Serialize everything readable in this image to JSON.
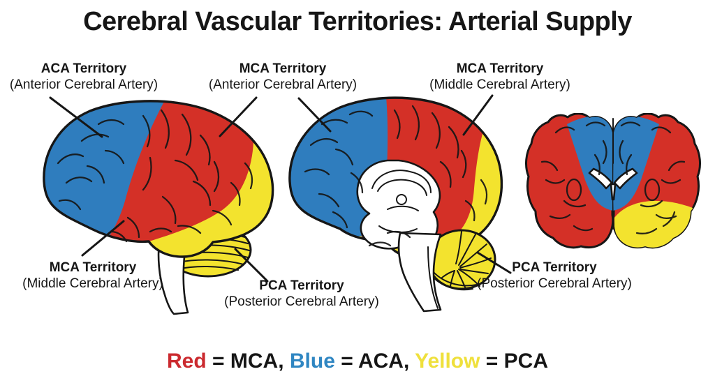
{
  "title": "Cerebral Vascular Territories: Arterial Supply",
  "colors": {
    "mca_red": "#d43027",
    "aca_blue": "#2f7dbe",
    "pca_yellow": "#f3e32e",
    "ink": "#161616",
    "bg": "#ffffff",
    "legend_red": "#cb2a2f",
    "legend_blue": "#2f86c2",
    "legend_yellow": "#efe03c"
  },
  "labels": {
    "aca_top_left": {
      "line1": "ACA Territory",
      "line2": "(Anterior Cerebral Artery)"
    },
    "mca_top_middle": {
      "line1": "MCA Territory",
      "line2": "(Anterior Cerebral Artery)"
    },
    "mca_top_right": {
      "line1": "MCA Territory",
      "line2": "(Middle Cerebral Artery)"
    },
    "mca_bottom_left": {
      "line1": "MCA Territory",
      "line2": "(Middle Cerebral Artery)"
    },
    "pca_bottom_middle": {
      "line1": "PCA Territory",
      "line2": "(Posterior Cerebral Artery)"
    },
    "pca_bottom_right": {
      "line1": "PCA Territory",
      "line2": "(Posterior Cerebral Artery)"
    }
  },
  "legend": {
    "parts": [
      {
        "text": "Red",
        "color": "#cb2a2f"
      },
      {
        "text": " = MCA, ",
        "color": "#161616"
      },
      {
        "text": "Blue",
        "color": "#2f86c2"
      },
      {
        "text": " = ACA, ",
        "color": "#161616"
      },
      {
        "text": "Yellow",
        "color": "#efe03c"
      },
      {
        "text": " = PCA",
        "color": "#161616"
      }
    ]
  },
  "figures": {
    "lateral": {
      "territories": {
        "blue": "ACA",
        "red": "MCA",
        "yellow": "PCA"
      }
    },
    "sagittal": {
      "territories": {
        "blue": "ACA",
        "red": "MCA",
        "yellow": "PCA"
      }
    },
    "coronal": {
      "territories": {
        "blue": "ACA",
        "red": "MCA",
        "yellow": "PCA"
      }
    }
  }
}
